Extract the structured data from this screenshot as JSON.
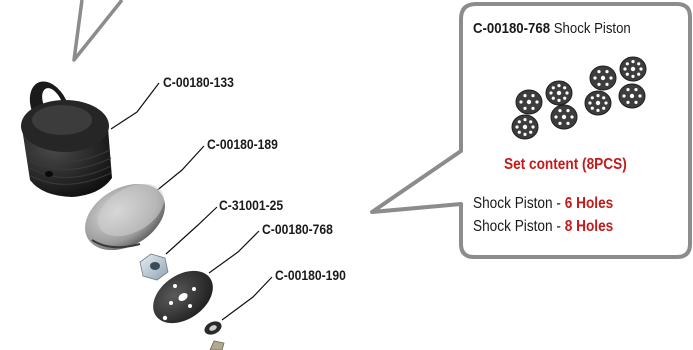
{
  "parts": [
    {
      "code": "C-00180-133"
    },
    {
      "code": "C-00180-189"
    },
    {
      "code": "C-31001-25"
    },
    {
      "code": "C-00180-768"
    },
    {
      "code": "C-00180-190"
    }
  ],
  "callout": {
    "code": "C-00180-768",
    "name": "Shock Piston",
    "set_content": "Set content (8PCS)",
    "items": [
      {
        "name": "Shock Piston -",
        "holes": "6 Holes"
      },
      {
        "name": "Shock Piston -",
        "holes": "8 Holes"
      }
    ]
  },
  "colors": {
    "accent_red": "#c31a1a",
    "callout_border": "#8c8c8c"
  }
}
